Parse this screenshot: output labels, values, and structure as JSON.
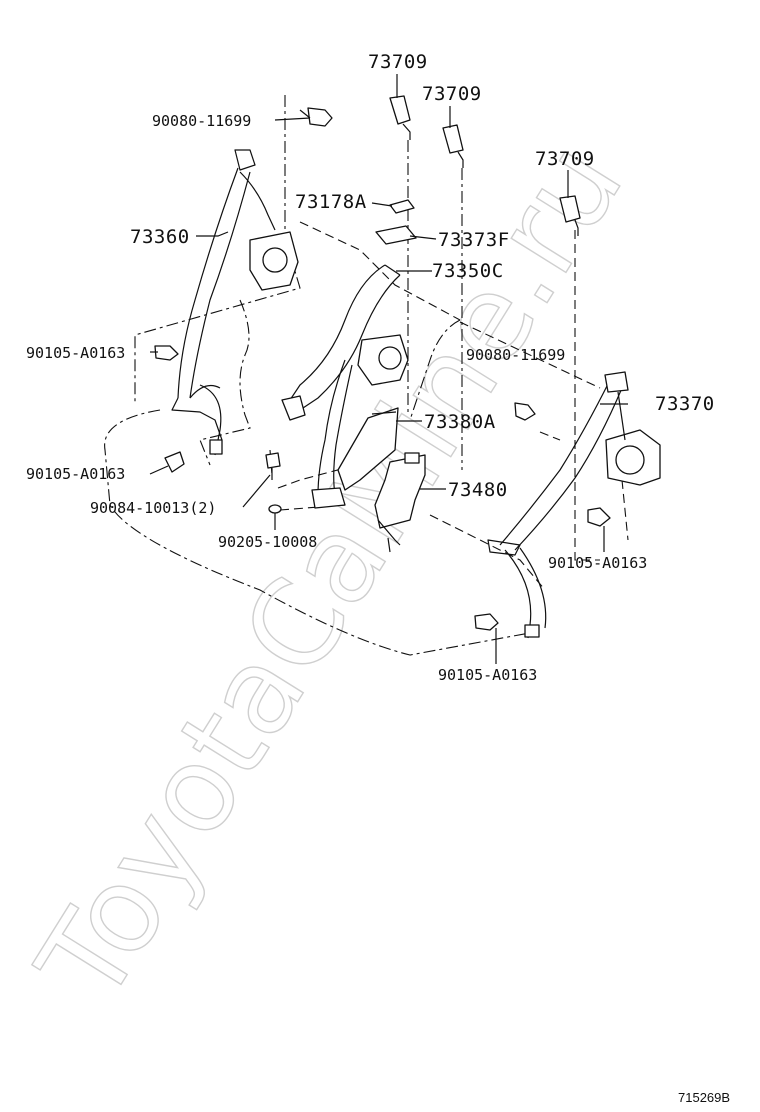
{
  "watermark": "ToyotaCaMine.ru",
  "figure_ref": "715269B",
  "callouts": {
    "c73709_a": "73709",
    "c73709_b": "73709",
    "c73709_c": "73709",
    "c90080_top": "90080-11699",
    "c73178A": "73178A",
    "c73373F": "73373F",
    "c73360": "73360",
    "c73350C": "73350C",
    "c90105_left1": "90105-A0163",
    "c90080_right": "90080-11699",
    "c73370": "73370",
    "c73380A": "73380A",
    "c90105_left2": "90105-A0163",
    "c73480": "73480",
    "c90084": "90084-10013(2)",
    "c90205": "90205-10008",
    "c90105_right": "90105-A0163",
    "c90105_bottom": "90105-A0163"
  }
}
